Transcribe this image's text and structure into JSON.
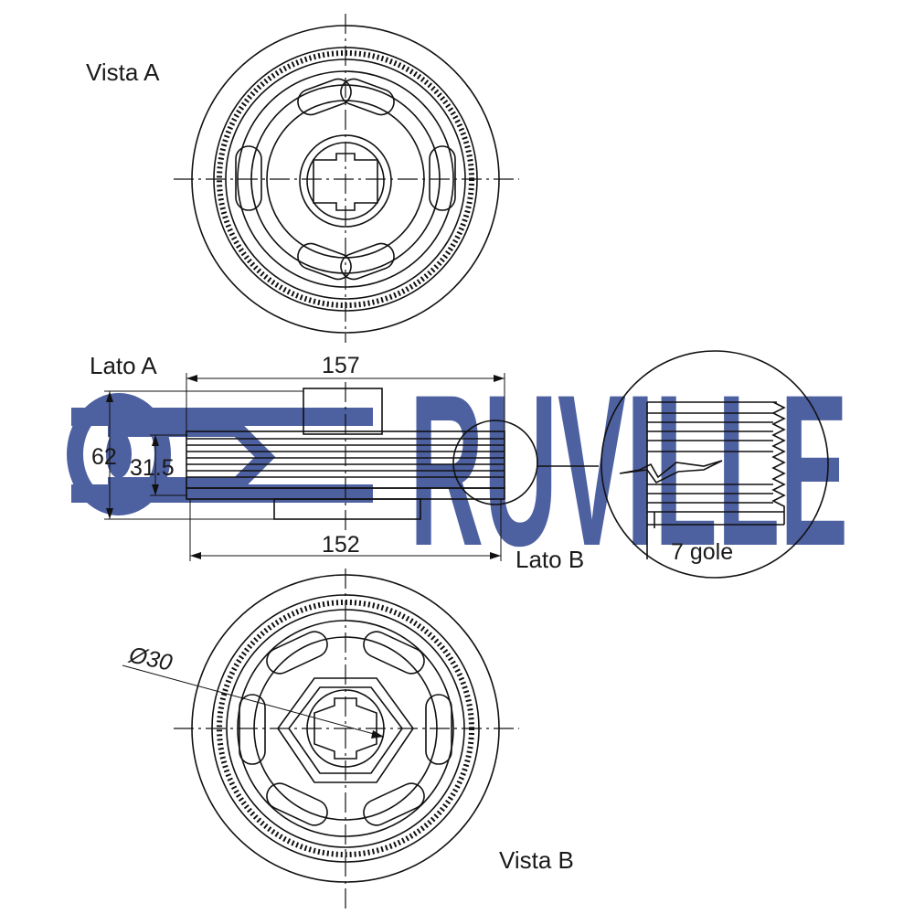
{
  "brand": {
    "name": "RUVILLE",
    "color": "#2f4590"
  },
  "views": {
    "view_a": "Vista A",
    "view_b": "Vista B",
    "side_a": "Lato A",
    "side_b": "Lato B"
  },
  "dimensions": {
    "outer_width": "157",
    "belt_width": "152",
    "total_height": "62",
    "bore_height": "31.5",
    "bore_diameter": "Ø30",
    "grooves": "7 gole"
  },
  "colors": {
    "line": "#111111",
    "logo": "#2f4590"
  }
}
